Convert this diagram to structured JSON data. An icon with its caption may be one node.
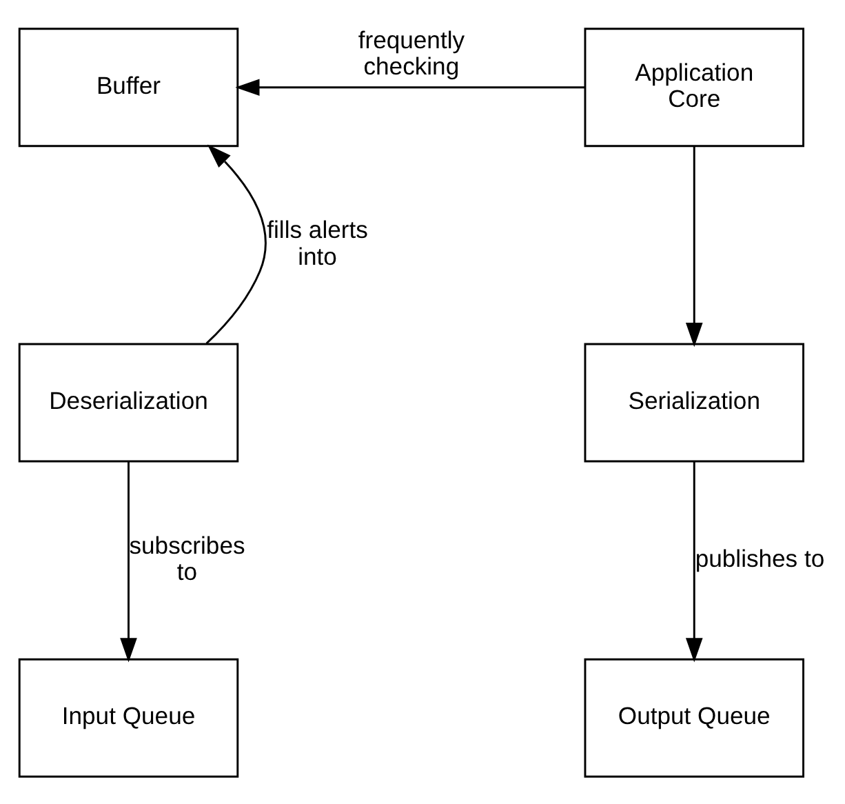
{
  "diagram": {
    "nodes": [
      {
        "text": [
          "Buffer"
        ]
      },
      {
        "text": [
          "Application Core"
        ]
      },
      {
        "text": [
          "Deserialization"
        ]
      },
      {
        "text": [
          "Serialization"
        ]
      },
      {
        "text": [
          "Input Queue"
        ]
      },
      {
        "text": [
          "Output Queue"
        ]
      }
    ],
    "edges": [
      {
        "from": 1,
        "to": 0,
        "arrow": "to",
        "label": "frequently checking"
      },
      {
        "from": 2,
        "to": 0,
        "arrow": "to",
        "label": "fills alerts into"
      },
      {
        "from": 1,
        "to": 3,
        "arrow": "to"
      },
      {
        "from": 2,
        "to": 4,
        "arrow": "to",
        "label": "subscribes to"
      },
      {
        "from": 3,
        "to": 5,
        "arrow": "to",
        "label": "publishes to"
      }
    ]
  }
}
